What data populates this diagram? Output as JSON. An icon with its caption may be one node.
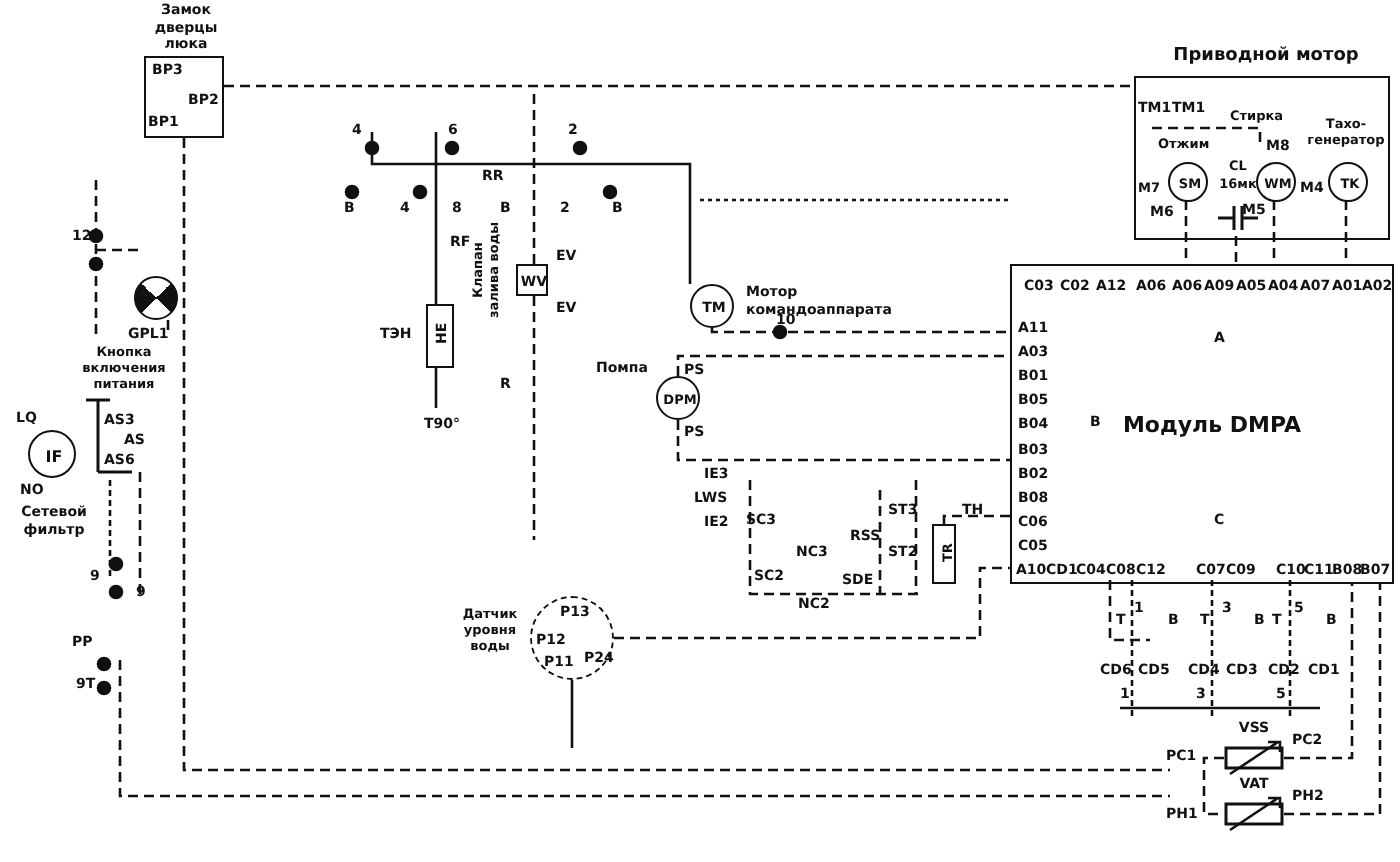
{
  "diagram": {
    "nodes": [
      {
        "text": [
          "Замок дверцы люка"
        ]
      },
      {
        "text": [
          "GPL1"
        ]
      },
      {
        "text": [
          "Кнопка включения питания"
        ]
      },
      {
        "text": [
          "IF"
        ],
        "beside": [
          "Сетевой фильтр"
        ]
      },
      {
        "text": [
          "HE"
        ],
        "beside": [
          "ТЭН"
        ]
      },
      {
        "text": [
          "WV"
        ],
        "beside": [
          "Клапан залива воды"
        ]
      },
      {
        "text": [
          "TM"
        ],
        "beside": [
          "Мотор командоаппарата"
        ]
      },
      {
        "text": [
          "DPM"
        ],
        "beside": [
          "Помпа",
          "PS",
          "PS"
        ]
      },
      {
        "text": [
          "Датчик уровня воды"
        ]
      },
      {
        "text": [
          "TR"
        ],
        "beside": [
          "TH"
        ]
      },
      {
        "text": [
          "Приводной мотор"
        ]
      },
      {
        "text": [
          "SM"
        ],
        "beside": [
          "Отжим",
          "M7"
        ],
        "in": 10
      },
      {
        "text": [
          "WM"
        ],
        "beside": [
          "Стирка"
        ],
        "in": 10
      },
      {
        "text": [
          "TK"
        ],
        "beside": [
          "Тахо-генератор"
        ],
        "in": 10
      },
      {
        "text": [
          "CL",
          "16мк"
        ],
        "in": 10
      },
      {
        "text": [
          "Модуль DMPA"
        ]
      },
      {
        "text": [
          "VSS"
        ]
      },
      {
        "text": [
          "VAT"
        ]
      }
    ],
    "edges": [
      {
        "from": 6,
        "to": 15,
        "arrow": "none",
        "style": "dashed"
      },
      {
        "from": 11,
        "to": 15,
        "arrow": "none",
        "style": "dashed"
      },
      {
        "from": 12,
        "to": 15,
        "arrow": "none",
        "style": "dashed"
      },
      {
        "from": 13,
        "to": 15,
        "arrow": "none",
        "style": "dashed"
      },
      {
        "from": 14,
        "to": 15,
        "arrow": "none",
        "style": "dashed"
      },
      {
        "from": 16,
        "to": 15,
        "arrow": "none",
        "style": "dashed"
      },
      {
        "from": 17,
        "to": 15,
        "arrow": "none",
        "style": "dashed"
      },
      {
        "from": 9,
        "to": 15,
        "arrow": "none",
        "style": "dashed"
      },
      {
        "from": 0,
        "to": 10,
        "arrow": "none",
        "style": "dashed"
      },
      {
        "from": 7,
        "to": 15,
        "arrow": "none",
        "style": "dashed"
      },
      {
        "from": 7,
        "to": 15,
        "arrow": "none",
        "style": "dashed"
      },
      {
        "from": 8,
        "to": 15,
        "arrow": "none",
        "style": "dashed"
      },
      {
        "from": 16,
        "to": 17,
        "arrow": "none",
        "style": "dashed"
      }
    ],
    "labels": [
      "BP3",
      "BP2",
      "BP1",
      "12",
      "LQ",
      "AS3",
      "AS",
      "AS6",
      "NO",
      "9",
      "9",
      "PP",
      "9T",
      "4",
      "B",
      "4",
      "6",
      "8",
      "RR",
      "B",
      "RF",
      "R",
      "T90°",
      "EV",
      "EV",
      "2",
      "2",
      "B",
      "10",
      "IE3",
      "LWS",
      "IE2",
      "SC3",
      "SC2",
      "NC3",
      "SDE",
      "NC2",
      "RSS",
      "ST3",
      "ST2",
      "P13",
      "P12",
      "P11",
      "P24",
      "TM1",
      "TM1",
      "M8",
      "M6",
      "M5",
      "M4",
      "C03",
      "C02",
      "A12",
      "A06",
      "A06",
      "A09",
      "A05",
      "A04",
      "A07",
      "A01",
      "A02",
      "A",
      "A11",
      "A03",
      "B01",
      "B05",
      "B04",
      "B",
      "B03",
      "B02",
      "B08",
      "C06",
      "C05",
      "C",
      "A10",
      "CD1",
      "C04",
      "C08",
      "C12",
      "C07",
      "C09",
      "C10",
      "C11",
      "B08",
      "B07",
      "T",
      "1",
      "B",
      "T",
      "3",
      "B",
      "T",
      "5",
      "B",
      "CD6",
      "CD5",
      "CD4",
      "CD3",
      "CD2",
      "CD1",
      "1",
      "3",
      "5",
      "PC1",
      "PC2",
      "PH1",
      "PH2"
    ]
  }
}
